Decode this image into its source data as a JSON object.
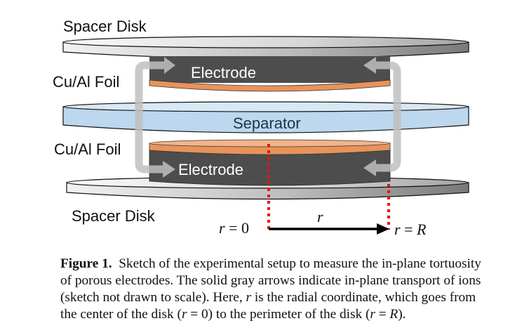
{
  "figure": {
    "labels": {
      "spacer_top": "Spacer Disk",
      "foil_top": "Cu/Al Foil",
      "electrode_top": "Electrode",
      "separator": "Separator",
      "foil_bottom": "Cu/Al Foil",
      "electrode_bottom": "Electrode",
      "spacer_bottom": "Spacer Disk"
    },
    "radial": {
      "start_label_var": "r",
      "start_label_eq": " = 0",
      "arrow_label": "r",
      "end_label_var": "r",
      "end_label_eq": " = ",
      "end_label_val": "R"
    },
    "colors": {
      "spacer": "#c8c8c8",
      "electrode": "#4d4d4d",
      "foil": "#e8935a",
      "separator": "#bcd7ee",
      "ion_arrow": "#c0c0c0",
      "radius_marker": "#ee1111"
    }
  },
  "caption": {
    "label": "Figure 1.",
    "lines": [
      "Sketch of the experimental setup to measure the in-plane tortuosity",
      "of porous electrodes. The solid gray arrows indicate in-plane transport of ions",
      "(sketch not drawn to scale). Here, ",
      " is the radial coordinate, which goes from",
      "the center of the disk (",
      " = 0) to the perimeter of the disk (",
      " = ",
      ")."
    ],
    "var_r": "r",
    "var_R": "R"
  }
}
